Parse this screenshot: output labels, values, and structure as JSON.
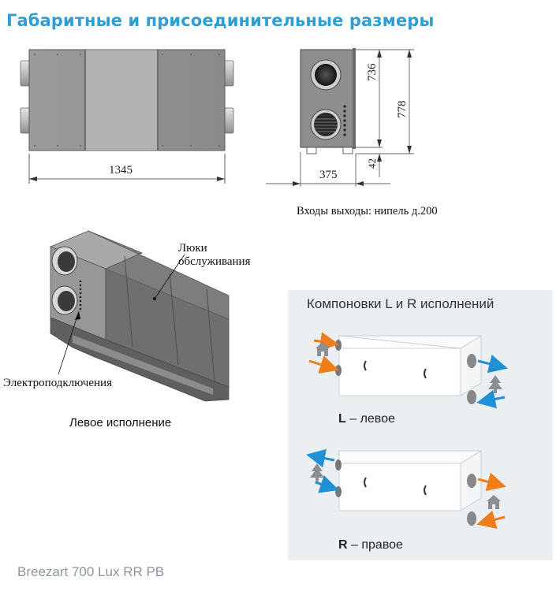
{
  "title": "Габаритные и присоединительные размеры",
  "front_view": {
    "width_dim": "1345"
  },
  "side_view": {
    "height_body": "736",
    "height_total": "778",
    "feet": "42",
    "depth": "375"
  },
  "connections_note": "Входы выходы: нипель д.200",
  "iso_view": {
    "hatches_line1": "Люки",
    "hatches_line2": "обслуживания",
    "electrical": "Электроподключения",
    "variant": "Левое исполнение"
  },
  "layouts": {
    "title": "Компоновки L и R исполнений",
    "left": {
      "letter": "L",
      "label": " – левое"
    },
    "right": {
      "letter": "R",
      "label": " – правое"
    }
  },
  "colors": {
    "title": "#2e9fd6",
    "supply_air": "#ef7d1a",
    "exhaust_air": "#1f8fd6"
  },
  "icons": [
    "home-icon",
    "tree-icon"
  ],
  "footer": "Breezart 700 Lux RR PB"
}
